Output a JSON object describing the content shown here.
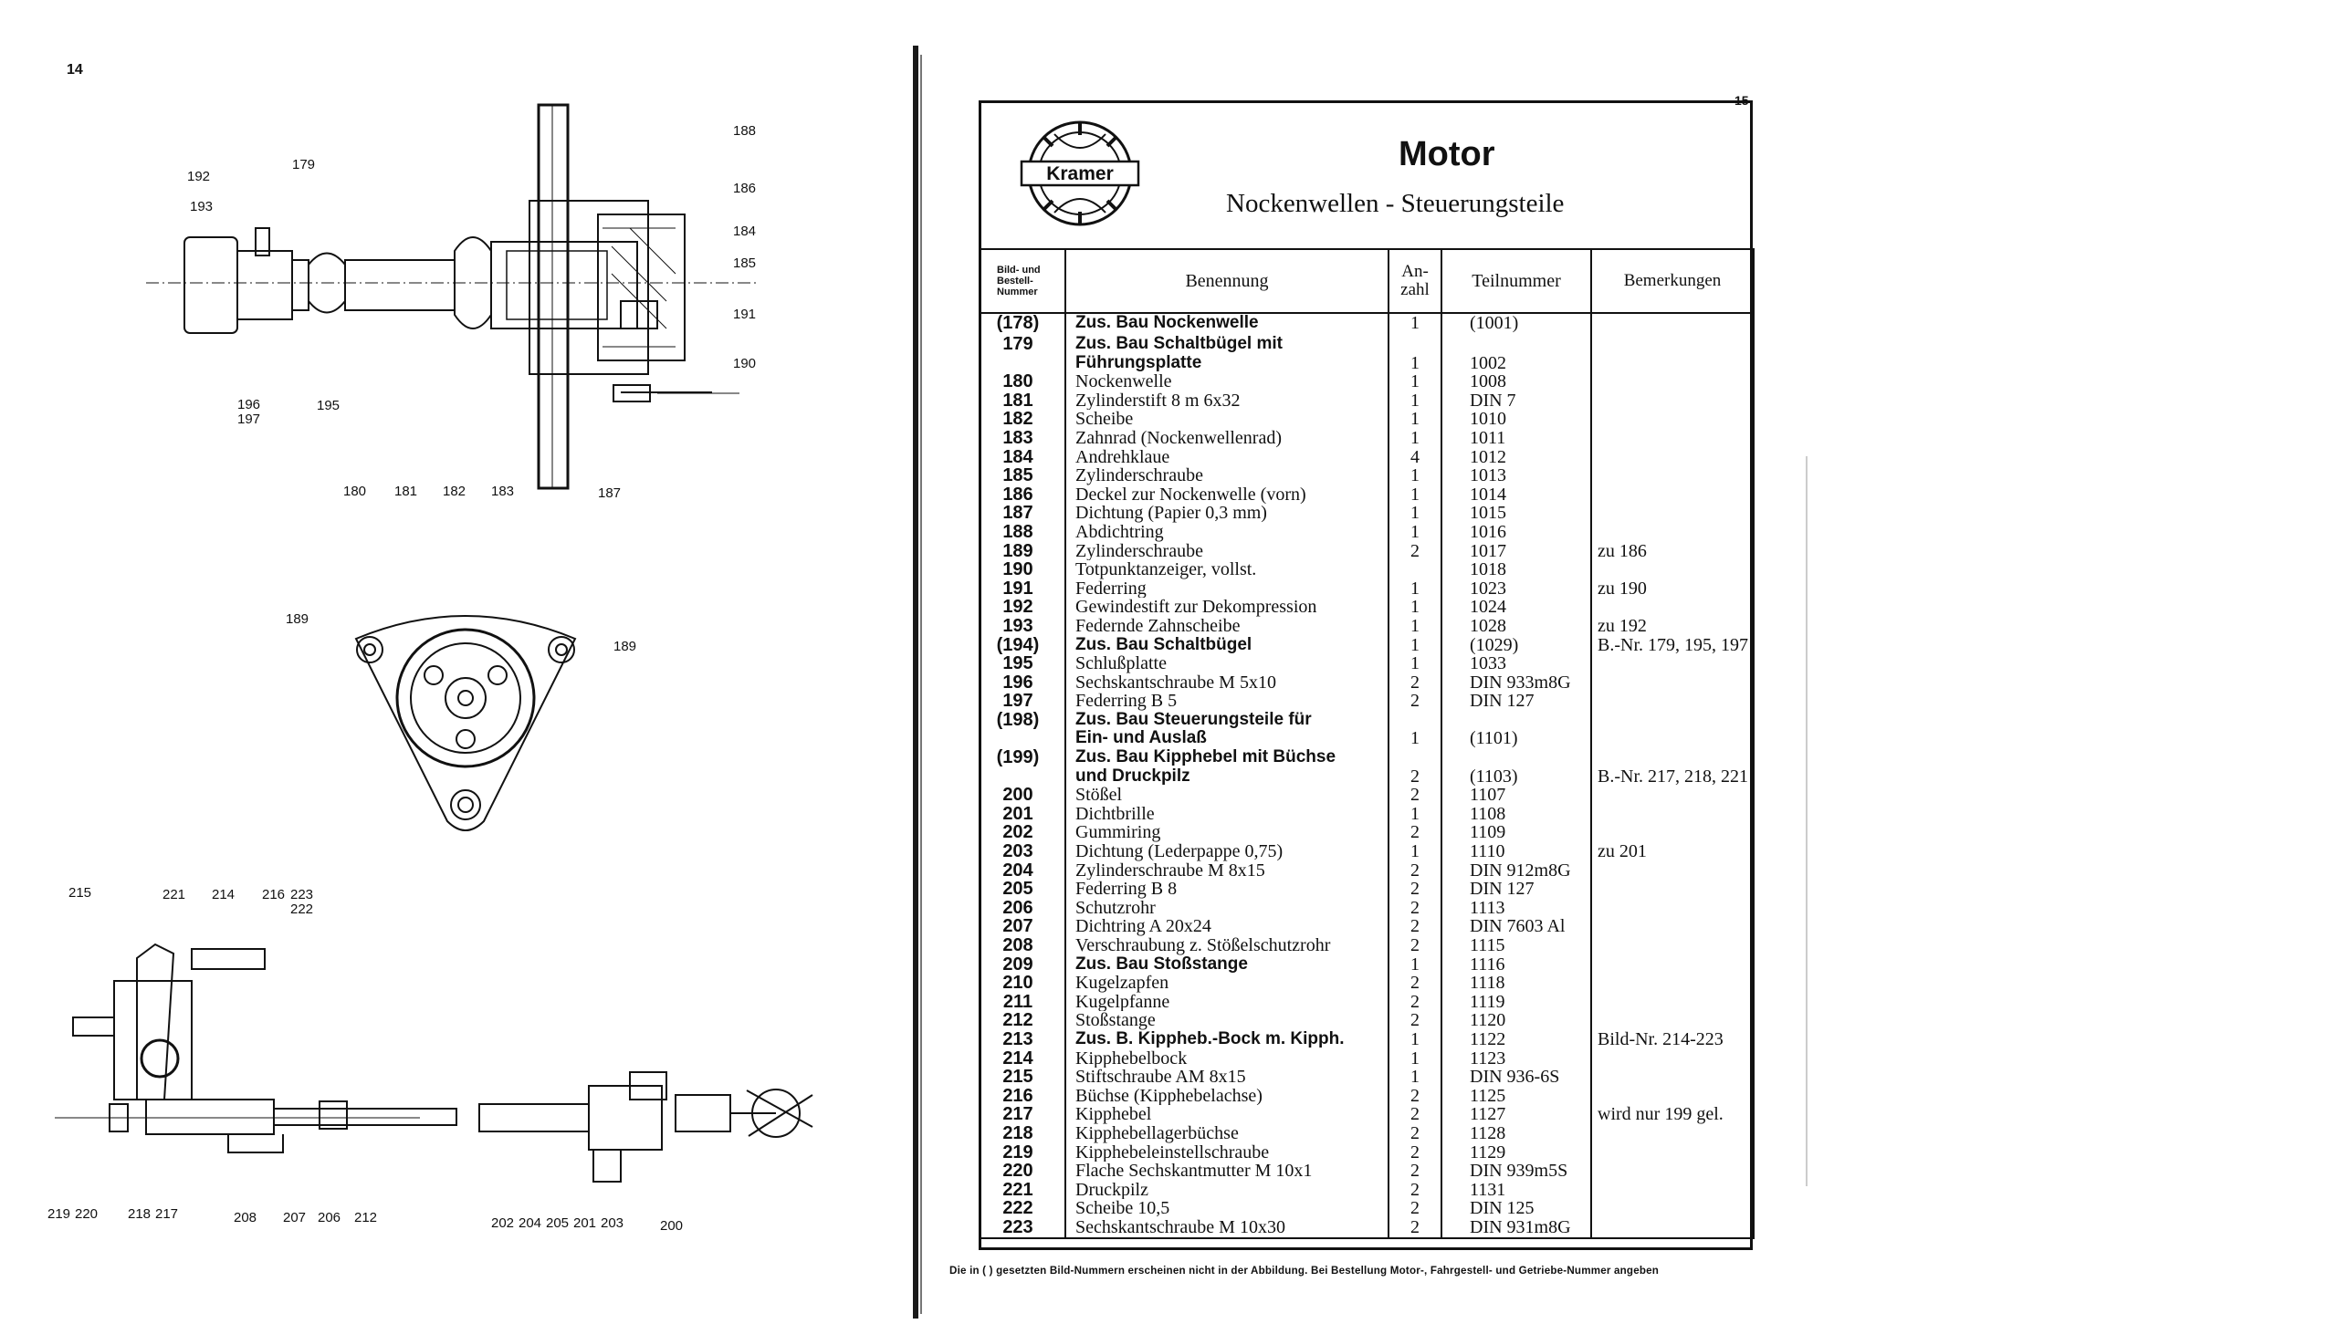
{
  "left_page": {
    "page_number": "14",
    "figure_labels": [
      "192",
      "179",
      "193",
      "188",
      "186",
      "184",
      "185",
      "191",
      "190",
      "196 197",
      "195",
      "180",
      "181",
      "182",
      "183",
      "187",
      "189",
      "189",
      "215",
      "221",
      "214",
      "216",
      "223",
      "222",
      "219",
      "220",
      "218",
      "217",
      "208",
      "207",
      "206",
      "212",
      "202",
      "204",
      "205",
      "201",
      "203",
      "200"
    ]
  },
  "right_page": {
    "page_number": "15",
    "logo_text": "Kramer",
    "title": "Motor",
    "subtitle": "Nockenwellen - Steuerungsteile",
    "columns": {
      "nr": "Bild- und Bestell-Nummer",
      "name": "Benennung",
      "qty": "An- zahl",
      "part": "Teilnummer",
      "remarks": "Bemerkungen"
    },
    "rows": [
      {
        "nr": "(178)",
        "name": "Zus. Bau Nockenwelle",
        "bold": true,
        "qty": "1",
        "part": "(1001)",
        "remark": ""
      },
      {
        "nr": "179",
        "name": "Zus. Bau Schaltbügel mit",
        "bold": true,
        "qty": "",
        "part": "",
        "remark": ""
      },
      {
        "nr": "",
        "name": "Führungsplatte",
        "bold": true,
        "qty": "1",
        "part": "1002",
        "remark": ""
      },
      {
        "nr": "180",
        "name": "Nockenwelle",
        "bold": false,
        "qty": "1",
        "part": "1008",
        "remark": ""
      },
      {
        "nr": "181",
        "name": "Zylinderstift 8 m 6x32",
        "bold": false,
        "qty": "1",
        "part": "DIN 7",
        "remark": ""
      },
      {
        "nr": "182",
        "name": "Scheibe",
        "bold": false,
        "qty": "1",
        "part": "1010",
        "remark": ""
      },
      {
        "nr": "183",
        "name": "Zahnrad (Nockenwellenrad)",
        "bold": false,
        "qty": "1",
        "part": "1011",
        "remark": ""
      },
      {
        "nr": "184",
        "name": "Andrehklaue",
        "bold": false,
        "qty": "4",
        "part": "1012",
        "remark": ""
      },
      {
        "nr": "185",
        "name": "Zylinderschraube",
        "bold": false,
        "qty": "1",
        "part": "1013",
        "remark": ""
      },
      {
        "nr": "186",
        "name": "Deckel zur Nockenwelle (vorn)",
        "bold": false,
        "qty": "1",
        "part": "1014",
        "remark": ""
      },
      {
        "nr": "187",
        "name": "Dichtung (Papier 0,3 mm)",
        "bold": false,
        "qty": "1",
        "part": "1015",
        "remark": ""
      },
      {
        "nr": "188",
        "name": "Abdichtring",
        "bold": false,
        "qty": "1",
        "part": "1016",
        "remark": ""
      },
      {
        "nr": "189",
        "name": "Zylinderschraube",
        "bold": false,
        "qty": "2",
        "part": "1017",
        "remark": "zu 186"
      },
      {
        "nr": "190",
        "name": "Totpunktanzeiger, vollst.",
        "bold": false,
        "qty": "",
        "part": "1018",
        "remark": ""
      },
      {
        "nr": "191",
        "name": "Federring",
        "bold": false,
        "qty": "1",
        "part": "1023",
        "remark": "zu 190"
      },
      {
        "nr": "192",
        "name": "Gewindestift zur Dekompression",
        "bold": false,
        "qty": "1",
        "part": "1024",
        "remark": ""
      },
      {
        "nr": "193",
        "name": "Federnde Zahnscheibe",
        "bold": false,
        "qty": "1",
        "part": "1028",
        "remark": "zu 192"
      },
      {
        "nr": "(194)",
        "name": "Zus. Bau Schaltbügel",
        "bold": true,
        "qty": "1",
        "part": "(1029)",
        "remark": "B.-Nr. 179, 195, 197"
      },
      {
        "nr": "195",
        "name": "Schlußplatte",
        "bold": false,
        "qty": "1",
        "part": "1033",
        "remark": ""
      },
      {
        "nr": "196",
        "name": "Sechskantschraube M 5x10",
        "bold": false,
        "qty": "2",
        "part": "DIN 933m8G",
        "remark": ""
      },
      {
        "nr": "197",
        "name": "Federring B 5",
        "bold": false,
        "qty": "2",
        "part": "DIN 127",
        "remark": ""
      },
      {
        "nr": "(198)",
        "name": "Zus. Bau Steuerungsteile für",
        "bold": true,
        "qty": "",
        "part": "",
        "remark": ""
      },
      {
        "nr": "",
        "name": "Ein- und Auslaß",
        "bold": true,
        "qty": "1",
        "part": "(1101)",
        "remark": ""
      },
      {
        "nr": "(199)",
        "name": "Zus. Bau Kipphebel mit Büchse",
        "bold": true,
        "qty": "",
        "part": "",
        "remark": ""
      },
      {
        "nr": "",
        "name": "und Druckpilz",
        "bold": true,
        "qty": "2",
        "part": "(1103)",
        "remark": "B.-Nr. 217, 218, 221"
      },
      {
        "nr": "200",
        "name": "Stößel",
        "bold": false,
        "qty": "2",
        "part": "1107",
        "remark": ""
      },
      {
        "nr": "201",
        "name": "Dichtbrille",
        "bold": false,
        "qty": "1",
        "part": "1108",
        "remark": ""
      },
      {
        "nr": "202",
        "name": "Gummiring",
        "bold": false,
        "qty": "2",
        "part": "1109",
        "remark": ""
      },
      {
        "nr": "203",
        "name": "Dichtung (Lederpappe 0,75)",
        "bold": false,
        "qty": "1",
        "part": "1110",
        "remark": "zu 201"
      },
      {
        "nr": "204",
        "name": "Zylinderschraube M 8x15",
        "bold": false,
        "qty": "2",
        "part": "DIN 912m8G",
        "remark": ""
      },
      {
        "nr": "205",
        "name": "Federring B 8",
        "bold": false,
        "qty": "2",
        "part": "DIN 127",
        "remark": ""
      },
      {
        "nr": "206",
        "name": "Schutzrohr",
        "bold": false,
        "qty": "2",
        "part": "1113",
        "remark": ""
      },
      {
        "nr": "207",
        "name": "Dichtring A 20x24",
        "bold": false,
        "qty": "2",
        "part": "DIN 7603 Al",
        "remark": ""
      },
      {
        "nr": "208",
        "name": "Verschraubung z. Stößelschutzrohr",
        "bold": false,
        "qty": "2",
        "part": "1115",
        "remark": ""
      },
      {
        "nr": "209",
        "name": "Zus. Bau Stoßstange",
        "bold": true,
        "qty": "1",
        "part": "1116",
        "remark": ""
      },
      {
        "nr": "210",
        "name": "Kugelzapfen",
        "bold": false,
        "qty": "2",
        "part": "1118",
        "remark": ""
      },
      {
        "nr": "211",
        "name": "Kugelpfanne",
        "bold": false,
        "qty": "2",
        "part": "1119",
        "remark": ""
      },
      {
        "nr": "212",
        "name": "Stoßstange",
        "bold": false,
        "qty": "2",
        "part": "1120",
        "remark": ""
      },
      {
        "nr": "213",
        "name": "Zus. B. Kippheb.-Bock m. Kipph.",
        "bold": true,
        "qty": "1",
        "part": "1122",
        "remark": "Bild-Nr. 214-223"
      },
      {
        "nr": "214",
        "name": "Kipphebelbock",
        "bold": false,
        "qty": "1",
        "part": "1123",
        "remark": ""
      },
      {
        "nr": "215",
        "name": "Stiftschraube AM 8x15",
        "bold": false,
        "qty": "1",
        "part": "DIN 936-6S",
        "remark": ""
      },
      {
        "nr": "216",
        "name": "Büchse (Kipphebelachse)",
        "bold": false,
        "qty": "2",
        "part": "1125",
        "remark": ""
      },
      {
        "nr": "217",
        "name": "Kipphebel",
        "bold": false,
        "qty": "2",
        "part": "1127",
        "remark": "wird nur 199 gel."
      },
      {
        "nr": "218",
        "name": "Kipphebellagerbüchse",
        "bold": false,
        "qty": "2",
        "part": "1128",
        "remark": ""
      },
      {
        "nr": "219",
        "name": "Kipphebeleinstellschraube",
        "bold": false,
        "qty": "2",
        "part": "1129",
        "remark": ""
      },
      {
        "nr": "220",
        "name": "Flache Sechskantmutter M 10x1",
        "bold": false,
        "qty": "2",
        "part": "DIN 939m5S",
        "remark": ""
      },
      {
        "nr": "221",
        "name": "Druckpilz",
        "bold": false,
        "qty": "2",
        "part": "1131",
        "remark": ""
      },
      {
        "nr": "222",
        "name": "Scheibe 10,5",
        "bold": false,
        "qty": "2",
        "part": "DIN 125",
        "remark": ""
      },
      {
        "nr": "223",
        "name": "Sechskantschraube M 10x30",
        "bold": false,
        "qty": "2",
        "part": "DIN 931m8G",
        "remark": ""
      }
    ],
    "footer": "Die in ( ) gesetzten Bild-Nummern erscheinen nicht in der Abbildung. Bei Bestellung Motor-, Fahrgestell- und Getriebe-Nummer angeben"
  }
}
